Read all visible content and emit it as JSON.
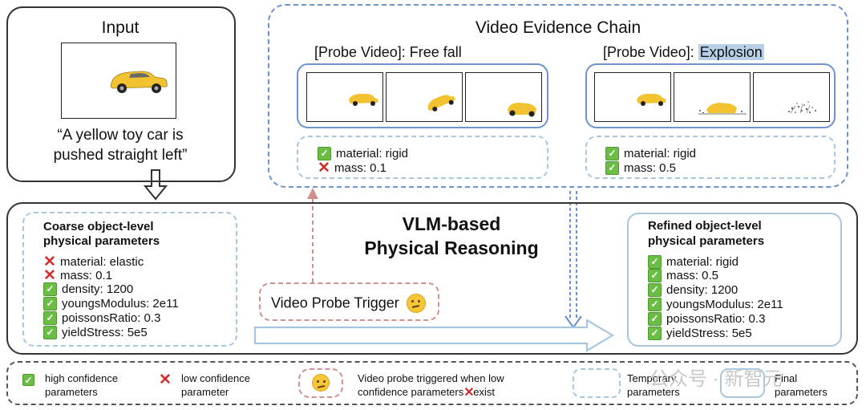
{
  "input": {
    "title": "Input",
    "caption_line1": "“A yellow toy car is",
    "caption_line2": "pushed straight left”"
  },
  "chain": {
    "title": "Video Evidence Chain",
    "probe1": {
      "label": "[Probe Video]: Free fall",
      "params": [
        {
          "status": "check",
          "text": "material: rigid"
        },
        {
          "status": "cross",
          "text": "mass: 0.1"
        }
      ]
    },
    "probe2": {
      "label_prefix": "[Probe Video]: ",
      "label_highlight": "Explosion",
      "params": [
        {
          "status": "check",
          "text": "material: rigid"
        },
        {
          "status": "check",
          "text": "mass: 0.5"
        }
      ]
    }
  },
  "vlm": {
    "title_line1": "VLM-based",
    "title_line2": "Physical Reasoning",
    "trigger_label": "Video Probe Trigger",
    "coarse": {
      "title_line1": "Coarse object-level",
      "title_line2": "physical parameters",
      "params": [
        {
          "status": "cross",
          "text": "material: elastic"
        },
        {
          "status": "cross",
          "text": "mass: 0.1"
        },
        {
          "status": "check",
          "text": "density: 1200"
        },
        {
          "status": "check",
          "text": "youngsModulus: 2e11"
        },
        {
          "status": "check",
          "text": "poissonsRatio: 0.3"
        },
        {
          "status": "check",
          "text": "yieldStress: 5e5"
        }
      ]
    },
    "refined": {
      "title_line1": "Refined object-level",
      "title_line2": "physical parameters",
      "params": [
        {
          "status": "check",
          "text": "material: rigid"
        },
        {
          "status": "check",
          "text": "mass: 0.5"
        },
        {
          "status": "check",
          "text": "density: 1200"
        },
        {
          "status": "check",
          "text": "youngsModulus: 2e11"
        },
        {
          "status": "check",
          "text": "poissonsRatio: 0.3"
        },
        {
          "status": "check",
          "text": "yieldStress: 5e5"
        }
      ]
    }
  },
  "legend": {
    "high_line1": "high confidence",
    "high_line2": "parameters",
    "low_line1": "low confidence",
    "low_line2": "parameter",
    "probe_line1": "Video probe triggered when low",
    "probe_line2a": "confidence parameters",
    "probe_line2b": "exist",
    "temp_line1": "Temporary",
    "temp_line2": "parameters",
    "final_line1": "Final",
    "final_line2": "parameters"
  },
  "watermark": "公众号 · 新智元",
  "colors": {
    "accent_blue": "#6d94cf",
    "light_blue": "#a9c6df",
    "check_green": "#6bbd45",
    "cross_red": "#d42d2d",
    "trigger_red": "#d18f8f",
    "car_yellow": "#f2c230",
    "highlight": "#b7d0e8"
  },
  "icons": {
    "check": "check-icon",
    "cross": "cross-icon",
    "thinking": "thinking-face-icon"
  }
}
